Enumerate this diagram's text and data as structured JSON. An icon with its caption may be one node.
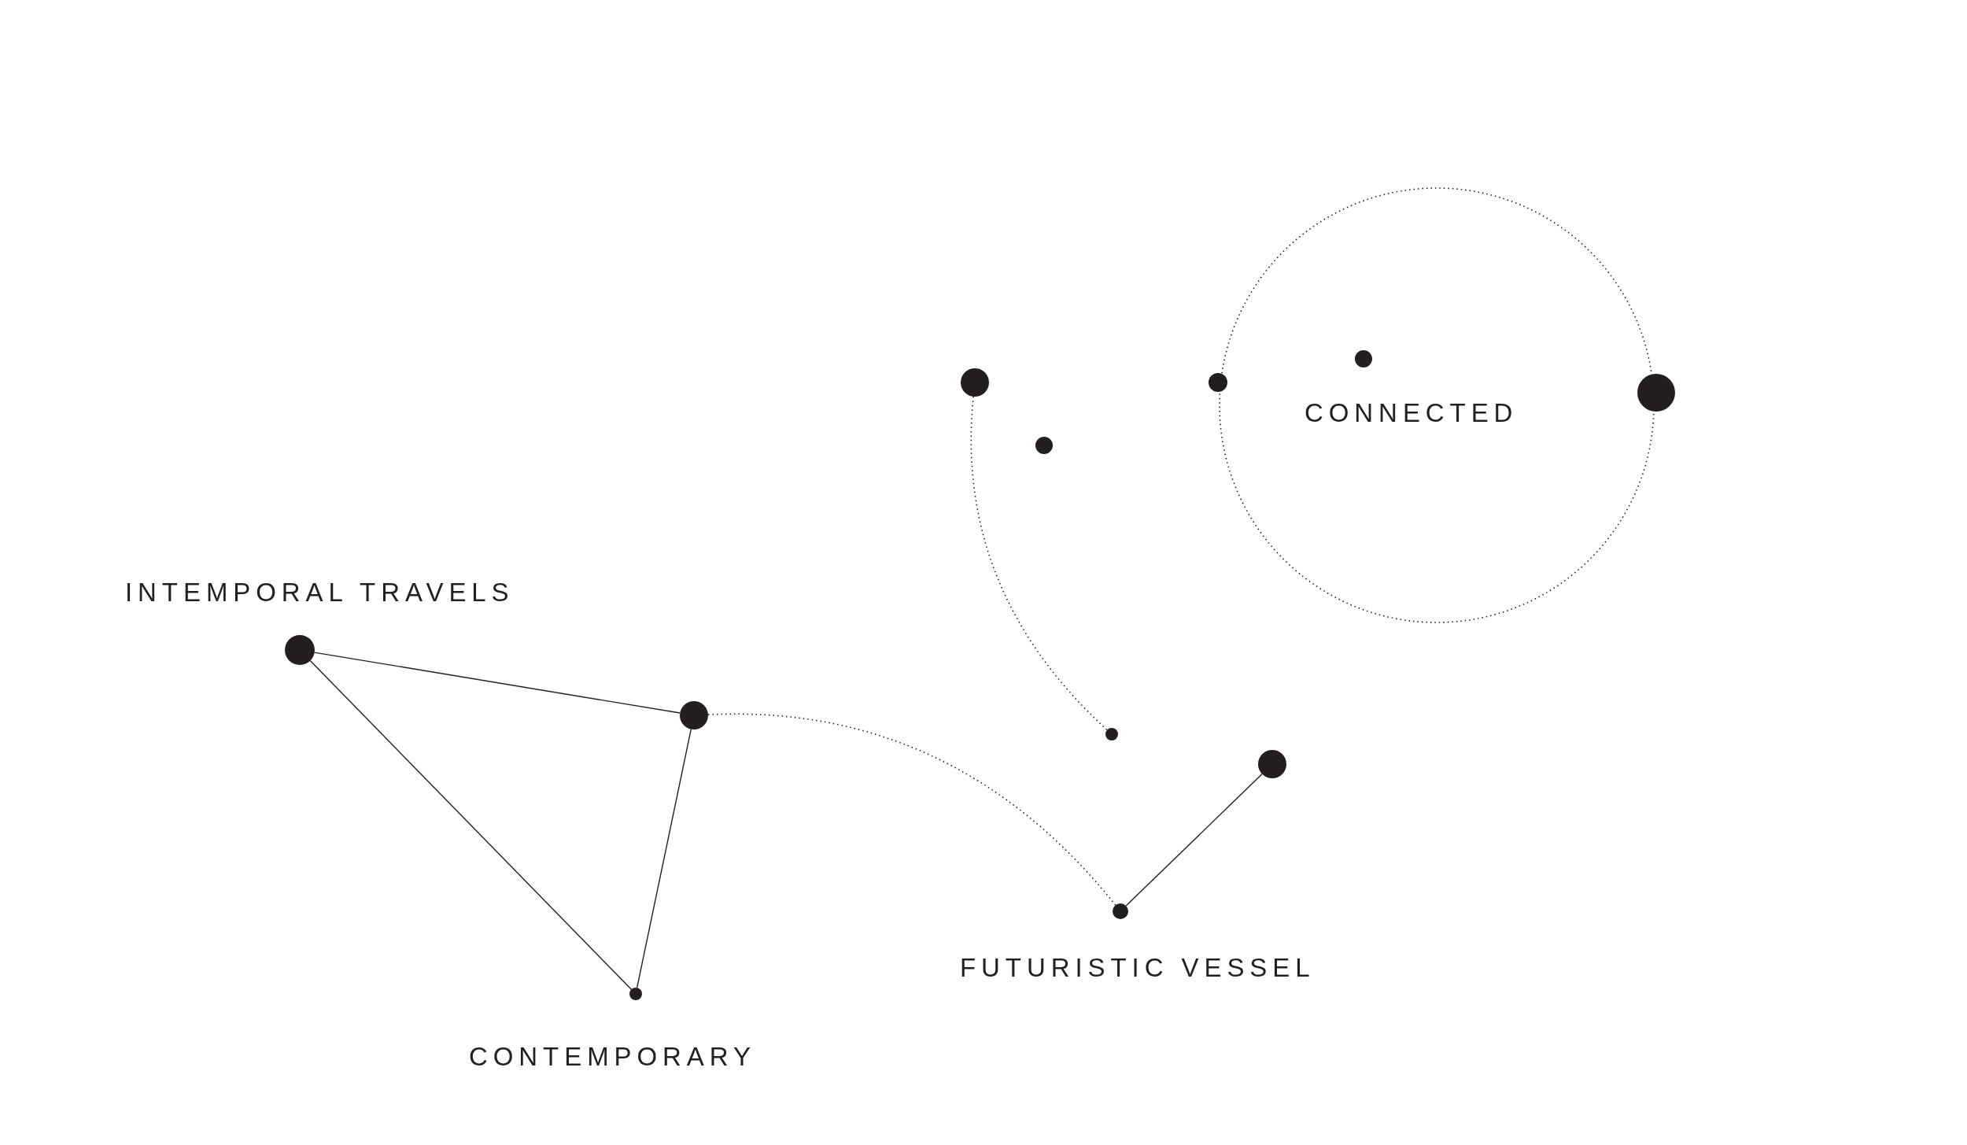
{
  "diagram": {
    "nodes": [
      {
        "text": [
          "CONNECTED"
        ]
      },
      {
        "text": [],
        "shape": "circle"
      },
      {
        "text": [],
        "shape": "circle"
      },
      {
        "text": [],
        "shape": "circle",
        "in": 0
      },
      {
        "text": [],
        "shape": "circle"
      },
      {
        "text": [],
        "shape": "circle"
      },
      {
        "text": [],
        "shape": "circle",
        "beside": [
          "INTEMPORAL TRAVELS"
        ]
      },
      {
        "text": [],
        "shape": "circle"
      },
      {
        "text": [],
        "shape": "circle"
      },
      {
        "text": [],
        "shape": "circle"
      },
      {
        "text": [],
        "shape": "circle",
        "beside": [
          "FUTURISTIC VESSEL"
        ]
      },
      {
        "text": [],
        "shape": "circle",
        "beside": [
          "CONTEMPORARY"
        ]
      }
    ],
    "edges": [
      {
        "from": 6,
        "to": 7,
        "arrow": "none"
      },
      {
        "from": 6,
        "to": 11,
        "arrow": "none"
      },
      {
        "from": 7,
        "to": 11,
        "arrow": "none"
      },
      {
        "from": 7,
        "to": 10,
        "arrow": "none",
        "style": "dashed"
      },
      {
        "from": 10,
        "to": 9,
        "arrow": "none"
      },
      {
        "from": 1,
        "to": 8,
        "arrow": "none",
        "style": "dashed"
      }
    ]
  }
}
